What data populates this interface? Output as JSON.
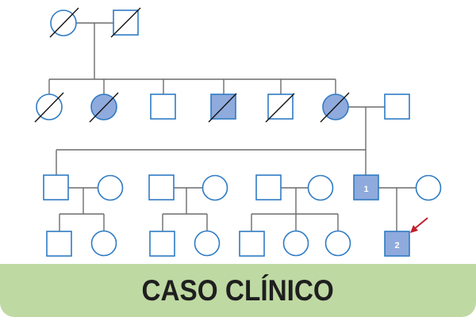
{
  "title": "CASO CLÍNICO",
  "colors": {
    "stroke": "#2f7bc4",
    "affected_fill": "#8faadc",
    "line": "#6b6b6b",
    "deceased_slash": "#111111",
    "proband_arrow": "#c0202b",
    "banner": "#bfd9a3"
  },
  "legend_semantics": {
    "square": "male",
    "circle": "female",
    "filled": "affected",
    "slash": "deceased",
    "arrow": "proband"
  },
  "pedigree": {
    "generation_1": [
      {
        "id": "I-1",
        "sex": "female",
        "affected": false,
        "deceased": true
      },
      {
        "id": "I-2",
        "sex": "male",
        "affected": false,
        "deceased": true
      }
    ],
    "generation_2": [
      {
        "id": "II-1",
        "sex": "female",
        "affected": false,
        "deceased": true
      },
      {
        "id": "II-2",
        "sex": "female",
        "affected": true,
        "deceased": true
      },
      {
        "id": "II-3",
        "sex": "male",
        "affected": false,
        "deceased": false
      },
      {
        "id": "II-4",
        "sex": "male",
        "affected": true,
        "deceased": true
      },
      {
        "id": "II-5",
        "sex": "male",
        "affected": false,
        "deceased": true
      },
      {
        "id": "II-6",
        "sex": "female",
        "affected": true,
        "deceased": true
      },
      {
        "id": "II-7",
        "sex": "male",
        "affected": false,
        "deceased": false,
        "spouse_of": "II-6"
      }
    ],
    "generation_3": [
      {
        "id": "III-1",
        "sex": "male",
        "affected": false,
        "deceased": false
      },
      {
        "id": "III-1s",
        "sex": "female",
        "affected": false,
        "deceased": false,
        "spouse_of": "III-1"
      },
      {
        "id": "III-2",
        "sex": "male",
        "affected": false,
        "deceased": false
      },
      {
        "id": "III-2s",
        "sex": "female",
        "affected": false,
        "deceased": false,
        "spouse_of": "III-2"
      },
      {
        "id": "III-3",
        "sex": "male",
        "affected": false,
        "deceased": false
      },
      {
        "id": "III-3s",
        "sex": "female",
        "affected": false,
        "deceased": false,
        "spouse_of": "III-3"
      },
      {
        "id": "III-4",
        "sex": "male",
        "affected": true,
        "deceased": false,
        "label": "1"
      },
      {
        "id": "III-4s",
        "sex": "female",
        "affected": false,
        "deceased": false,
        "spouse_of": "III-4"
      }
    ],
    "generation_4": [
      {
        "id": "IV-1",
        "sex": "male",
        "affected": false,
        "deceased": false
      },
      {
        "id": "IV-2",
        "sex": "female",
        "affected": false,
        "deceased": false
      },
      {
        "id": "IV-3",
        "sex": "male",
        "affected": false,
        "deceased": false
      },
      {
        "id": "IV-4",
        "sex": "female",
        "affected": false,
        "deceased": false
      },
      {
        "id": "IV-5",
        "sex": "male",
        "affected": false,
        "deceased": false
      },
      {
        "id": "IV-6",
        "sex": "female",
        "affected": false,
        "deceased": false
      },
      {
        "id": "IV-7",
        "sex": "female",
        "affected": false,
        "deceased": false
      },
      {
        "id": "IV-8",
        "sex": "male",
        "affected": true,
        "deceased": false,
        "label": "2",
        "proband": true
      }
    ]
  },
  "labels": {
    "III-4": "1",
    "IV-8": "2"
  }
}
